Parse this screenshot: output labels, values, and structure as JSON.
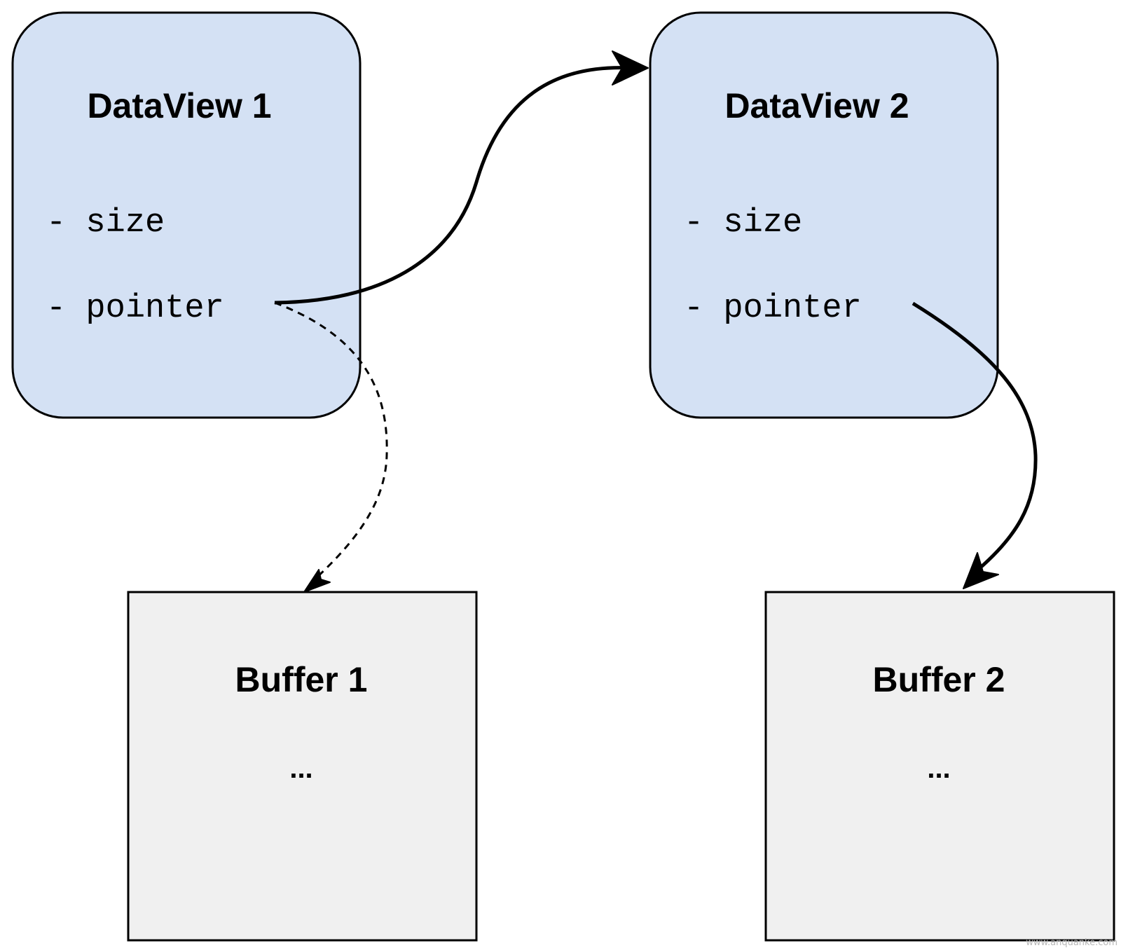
{
  "colors": {
    "dataview_fill": "#d4e1f4",
    "buffer_fill": "#f0f0f0",
    "stroke": "#000000"
  },
  "dataviews": [
    {
      "title": "DataView 1",
      "fields": [
        "- size",
        "- pointer"
      ]
    },
    {
      "title": "DataView 2",
      "fields": [
        "- size",
        "- pointer"
      ]
    }
  ],
  "buffers": [
    {
      "title": "Buffer 1",
      "content": "..."
    },
    {
      "title": "Buffer 2",
      "content": "..."
    }
  ],
  "arrows": [
    {
      "from": "DataView 1 pointer",
      "to": "DataView 2",
      "style": "solid"
    },
    {
      "from": "DataView 1 pointer",
      "to": "Buffer 1",
      "style": "dashed"
    },
    {
      "from": "DataView 2 pointer",
      "to": "Buffer 2",
      "style": "solid"
    }
  ],
  "watermark": "www.anquanke.com"
}
